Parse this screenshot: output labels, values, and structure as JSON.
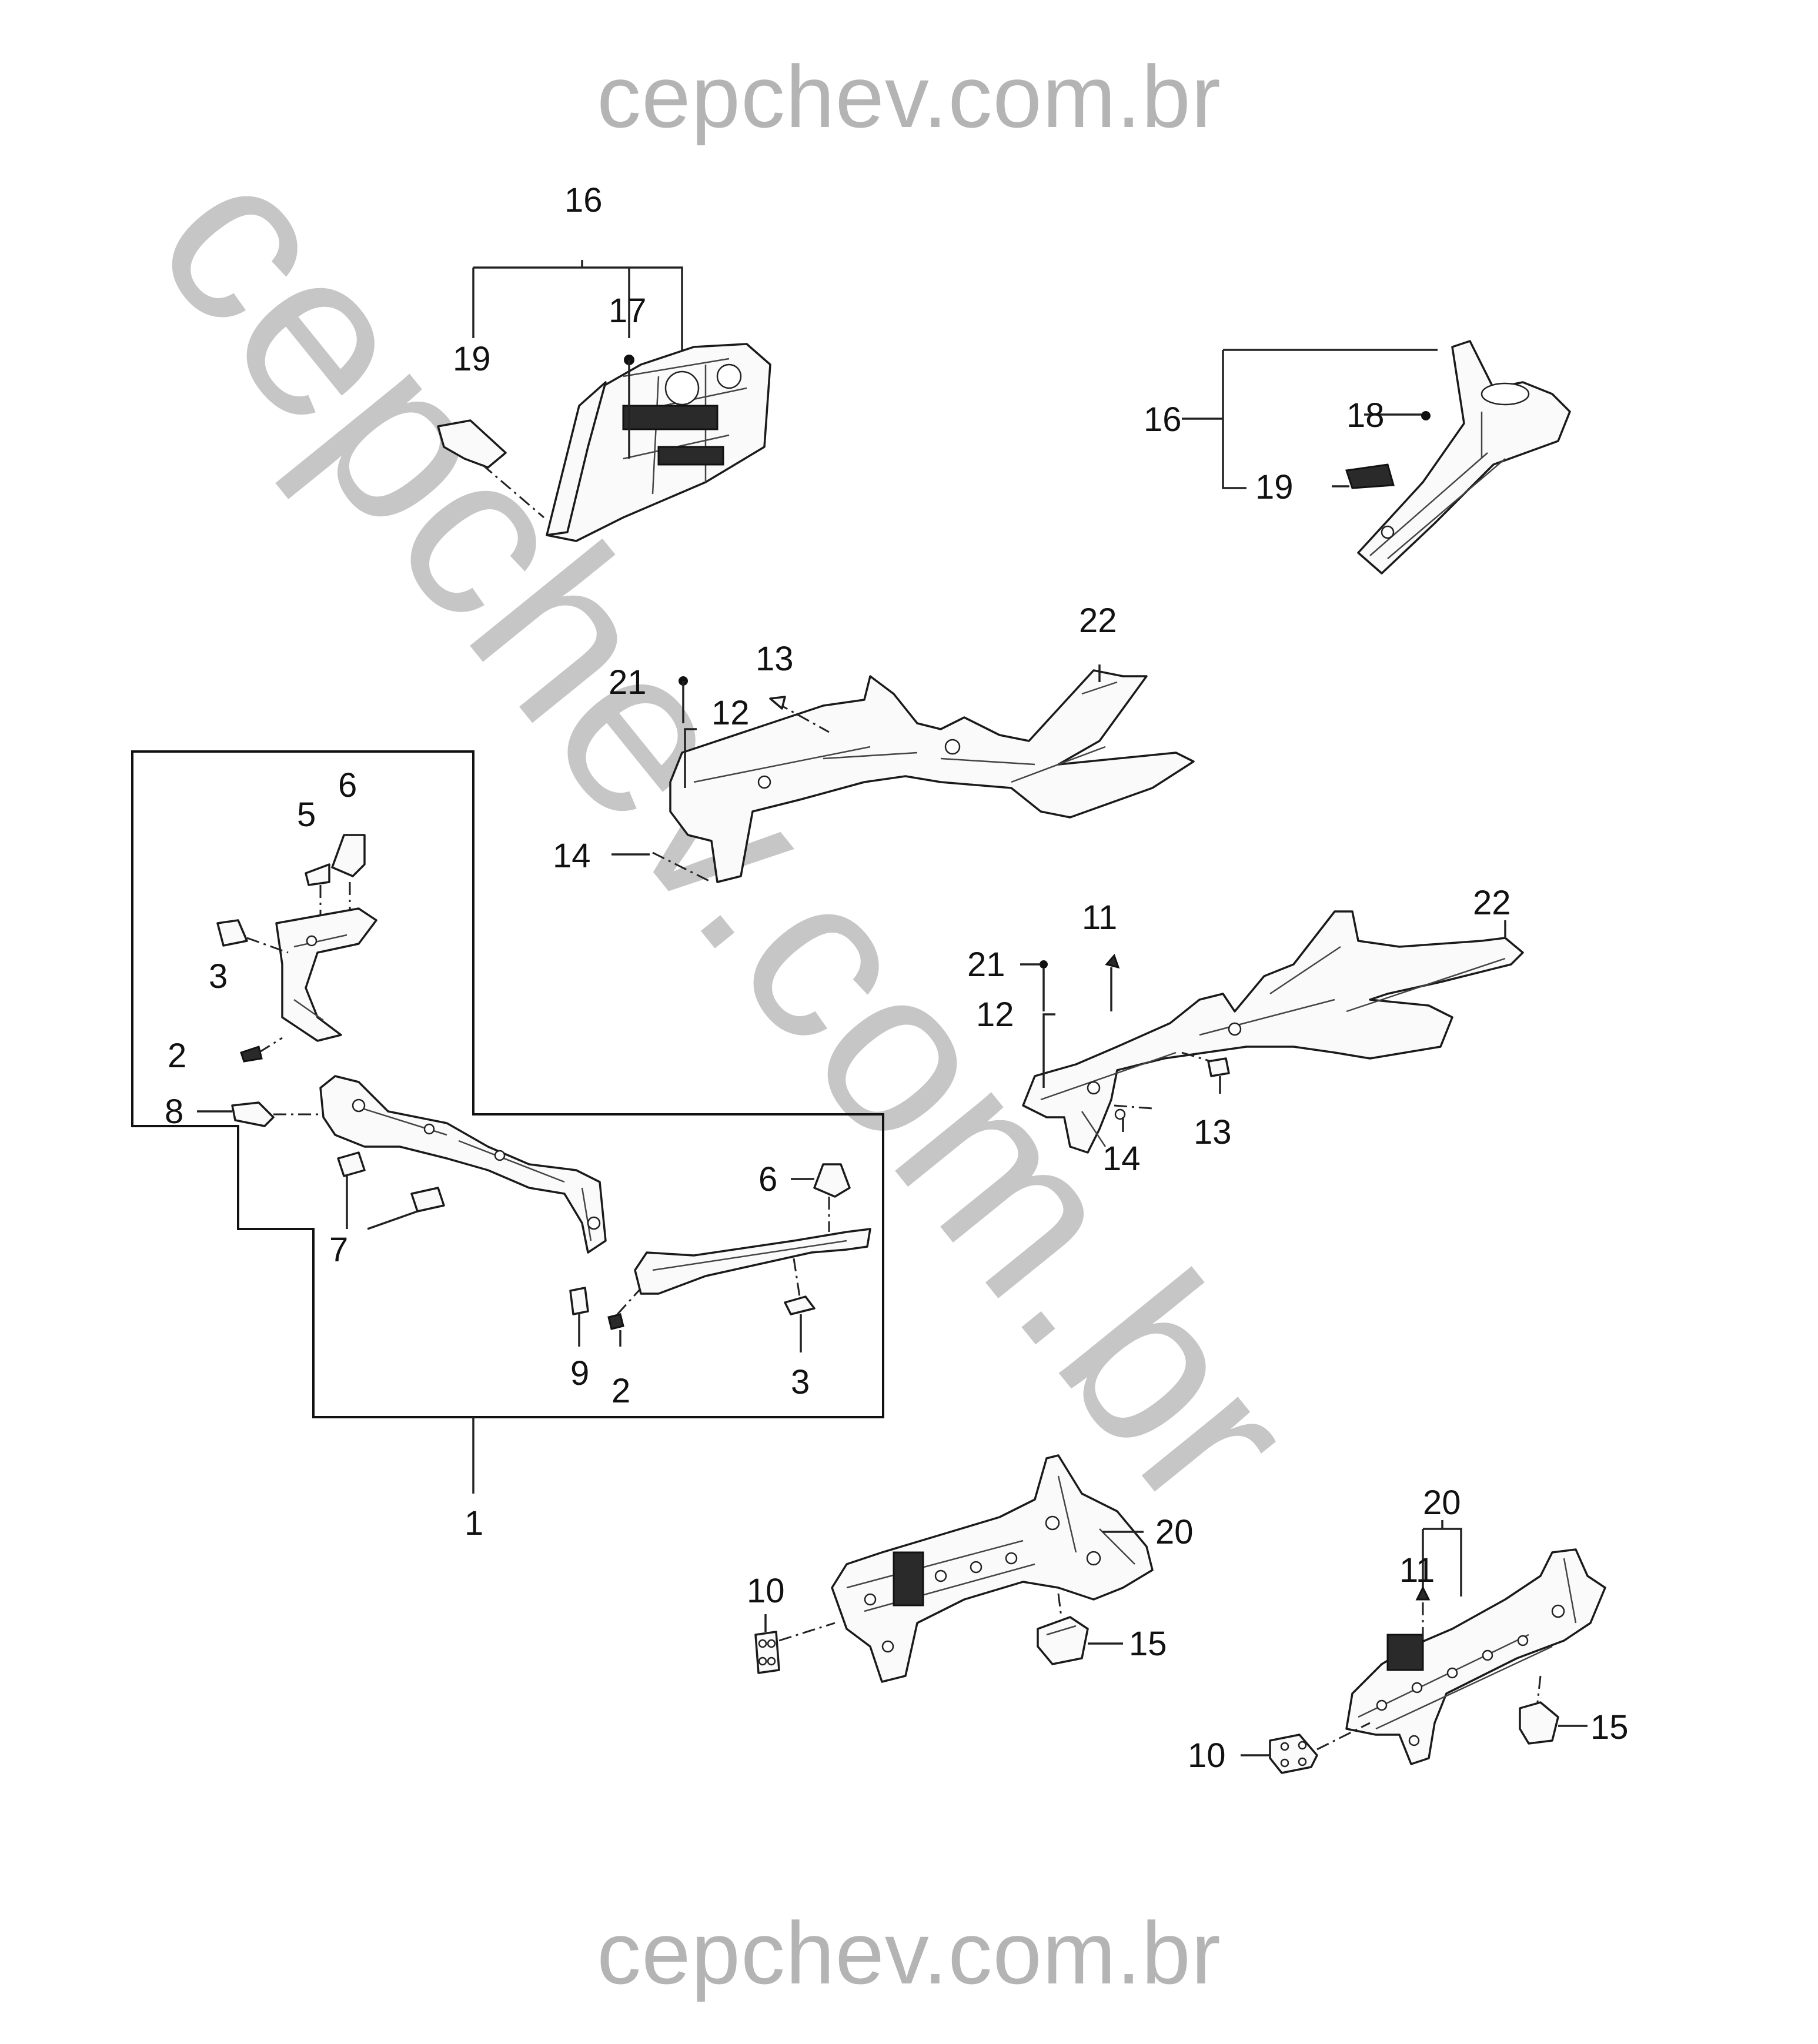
{
  "watermark": {
    "top_text": "cepchev.com.br",
    "bottom_text": "cepchev.com.br",
    "diagonal_text": "cepchev.com.br",
    "color": "#b4b4b4"
  },
  "callouts": {
    "c16a": "16",
    "c17": "17",
    "c19a": "19",
    "c16b": "16",
    "c18": "18",
    "c19b": "19",
    "c22a": "22",
    "c13a": "13",
    "c21a": "21",
    "c12a": "12",
    "c14a": "14",
    "c6a": "6",
    "c5": "5",
    "c3a": "3",
    "c2a": "2",
    "c8": "8",
    "c7": "7",
    "c6b": "6",
    "c9": "9",
    "c2b": "2",
    "c3b": "3",
    "c1": "1",
    "c22b": "22",
    "c11a": "11",
    "c21b": "21",
    "c12b": "12",
    "c13b": "13",
    "c14b": "14",
    "c20a": "20",
    "c10a": "10",
    "c15a": "15",
    "c20b": "20",
    "c11b": "11",
    "c15b": "15",
    "c10b": "10"
  }
}
